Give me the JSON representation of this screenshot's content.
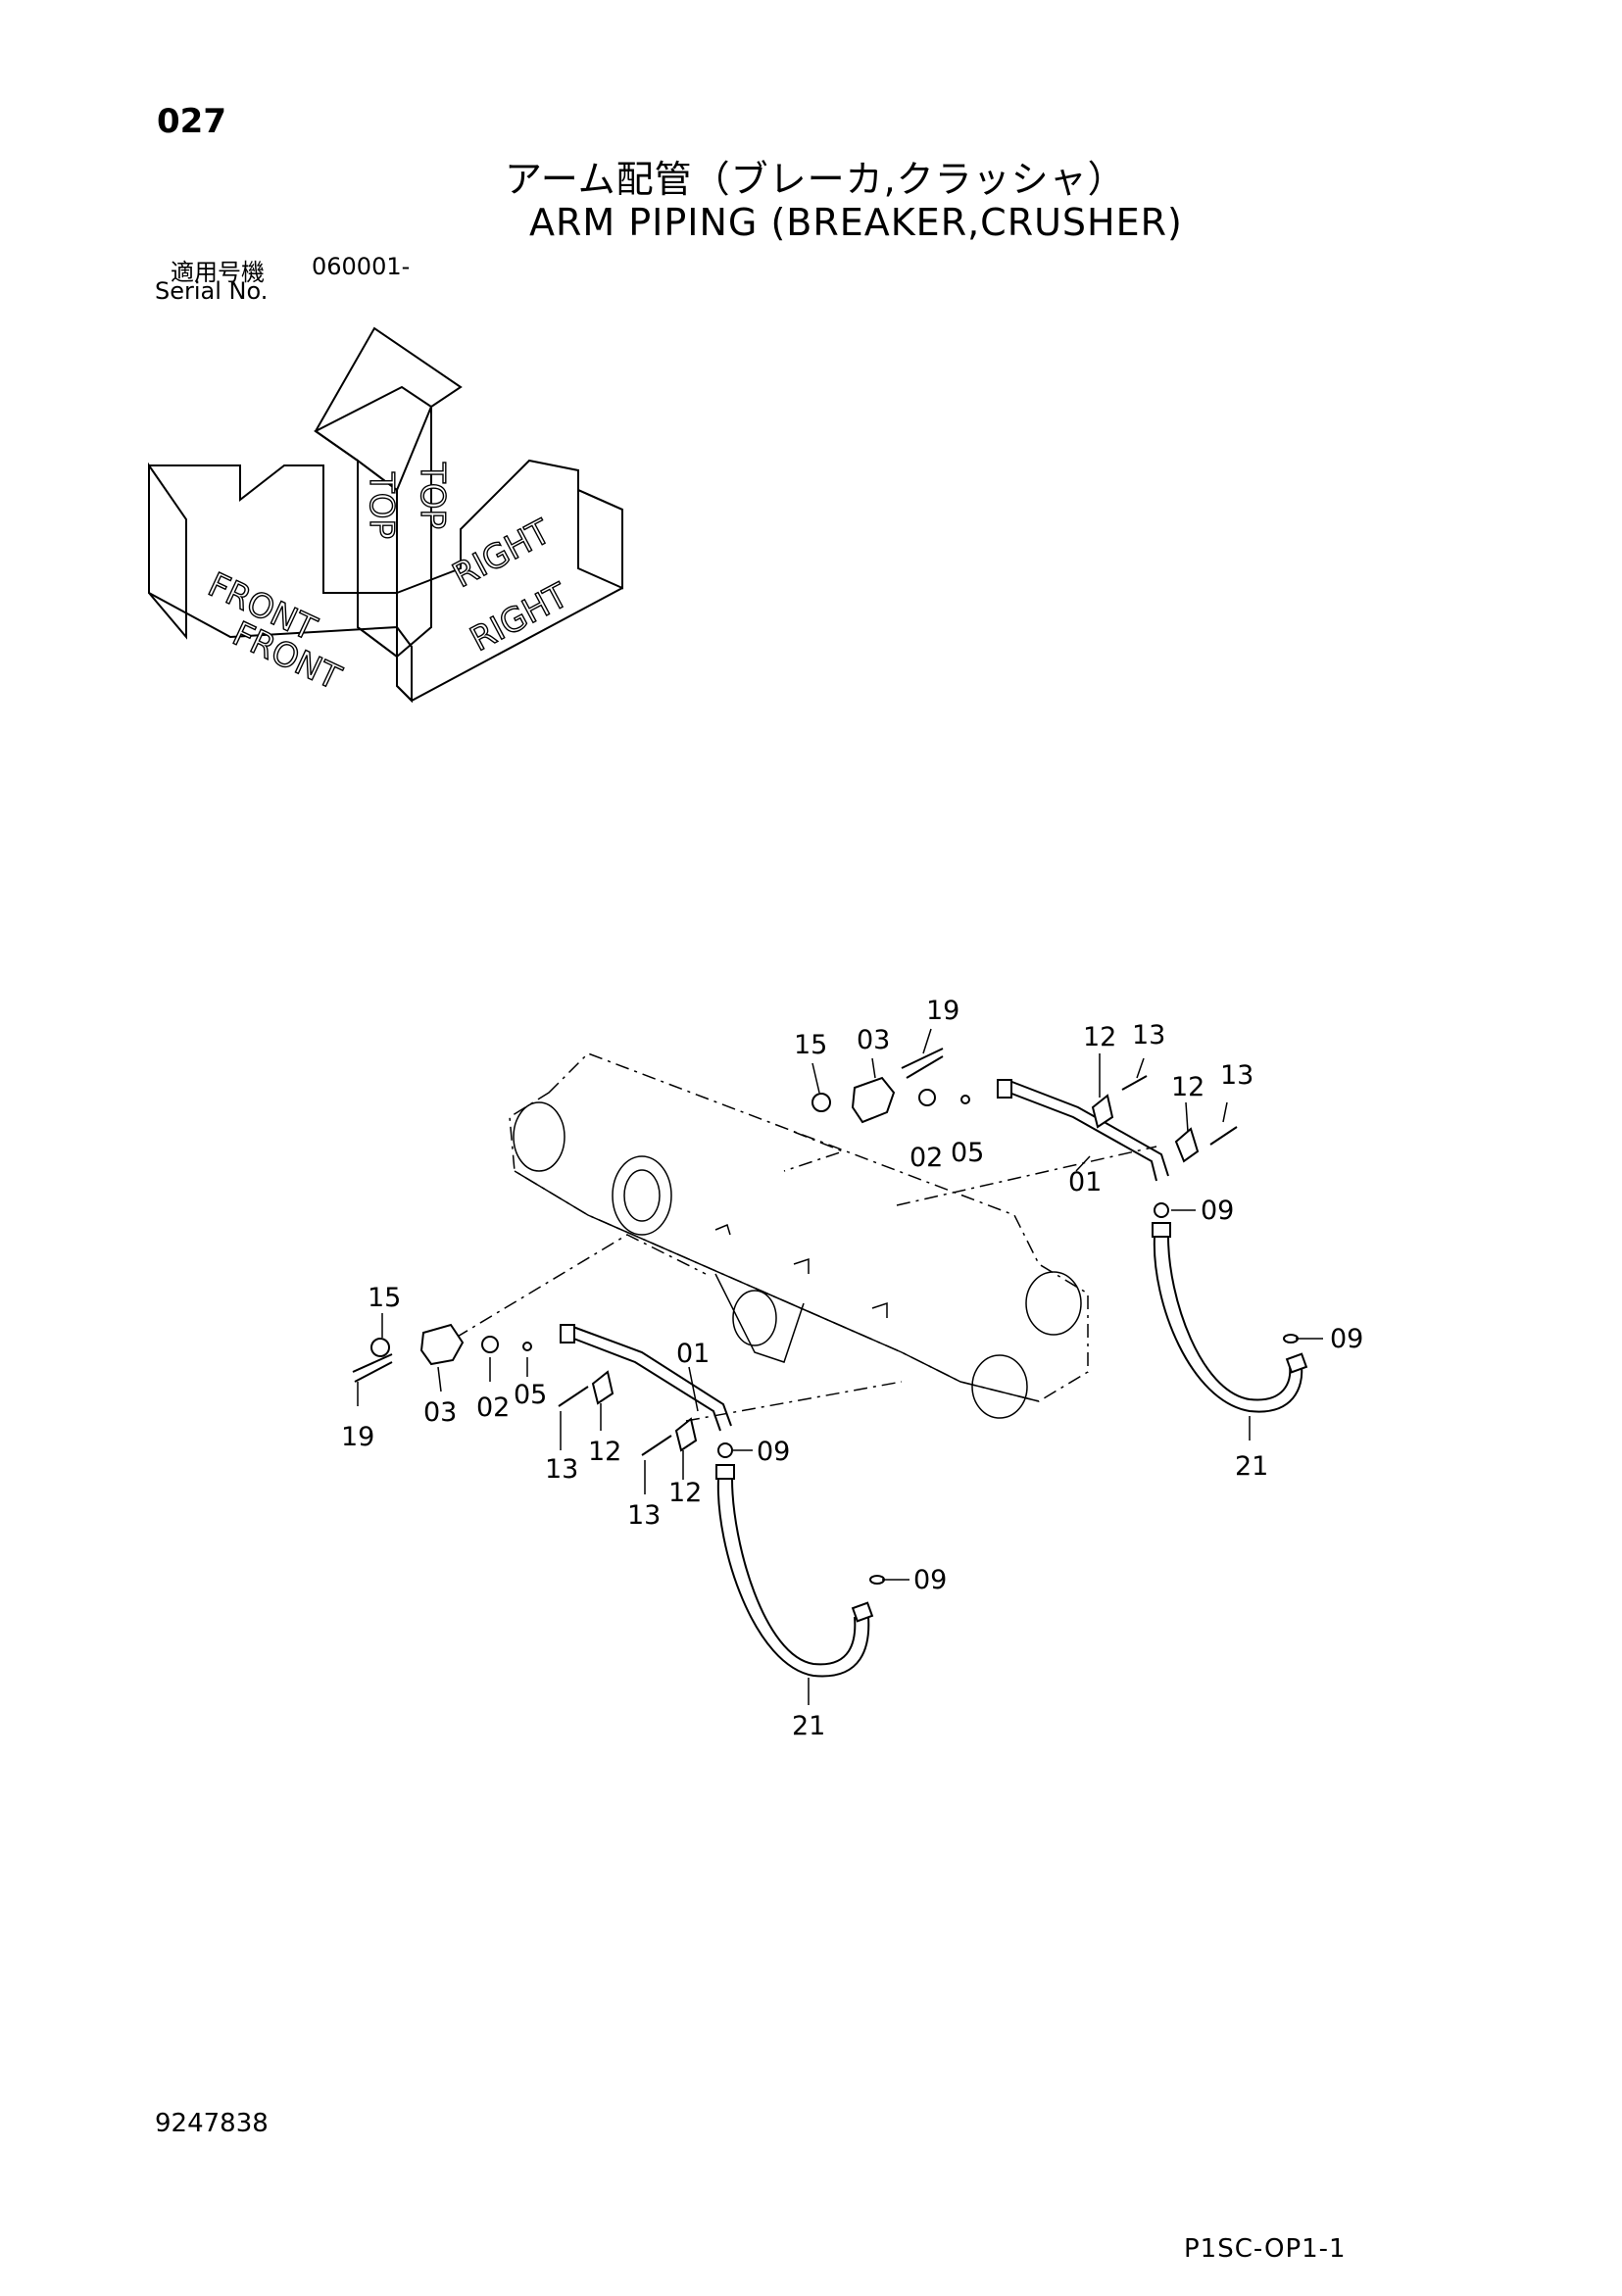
{
  "header": {
    "page_number": "027",
    "title_jp": "アーム配管（ブレーカ,クラッシャ）",
    "title_en": "ARM PIPING (BREAKER,CRUSHER)",
    "serial_label_jp": "適用号機",
    "serial_value": "060001-",
    "serial_label_en": "Serial No."
  },
  "orientation": {
    "labels": [
      "FRONT",
      "TOP",
      "RIGHT"
    ]
  },
  "parts": {
    "p01": "01",
    "p02": "02",
    "p03": "03",
    "p05": "05",
    "p09": "09",
    "p12": "12",
    "p13": "13",
    "p15": "15",
    "p19": "19",
    "p21": "21"
  },
  "footer": {
    "document_code": "9247838",
    "page_code": "P1SC-OP1-1"
  }
}
